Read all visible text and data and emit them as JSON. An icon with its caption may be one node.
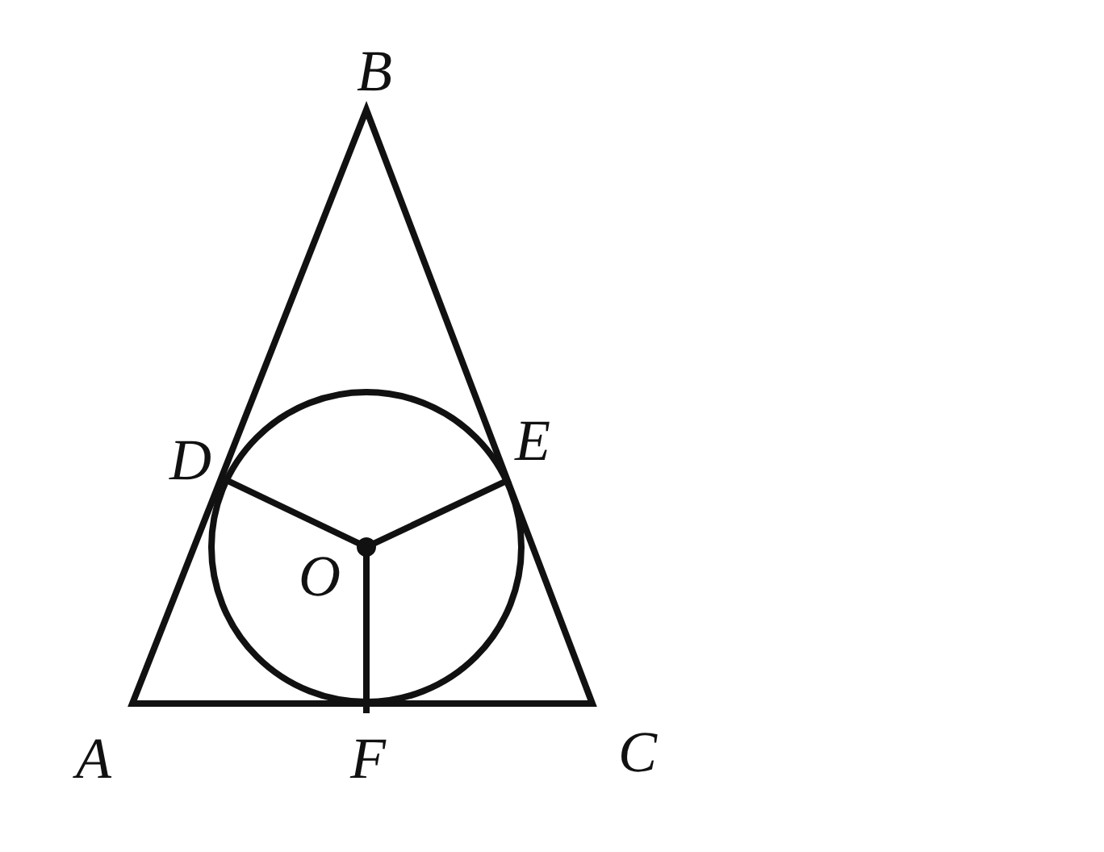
{
  "diagram": {
    "labels": [
      "B",
      "D",
      "E",
      "O",
      "A",
      "F",
      "C"
    ]
  }
}
